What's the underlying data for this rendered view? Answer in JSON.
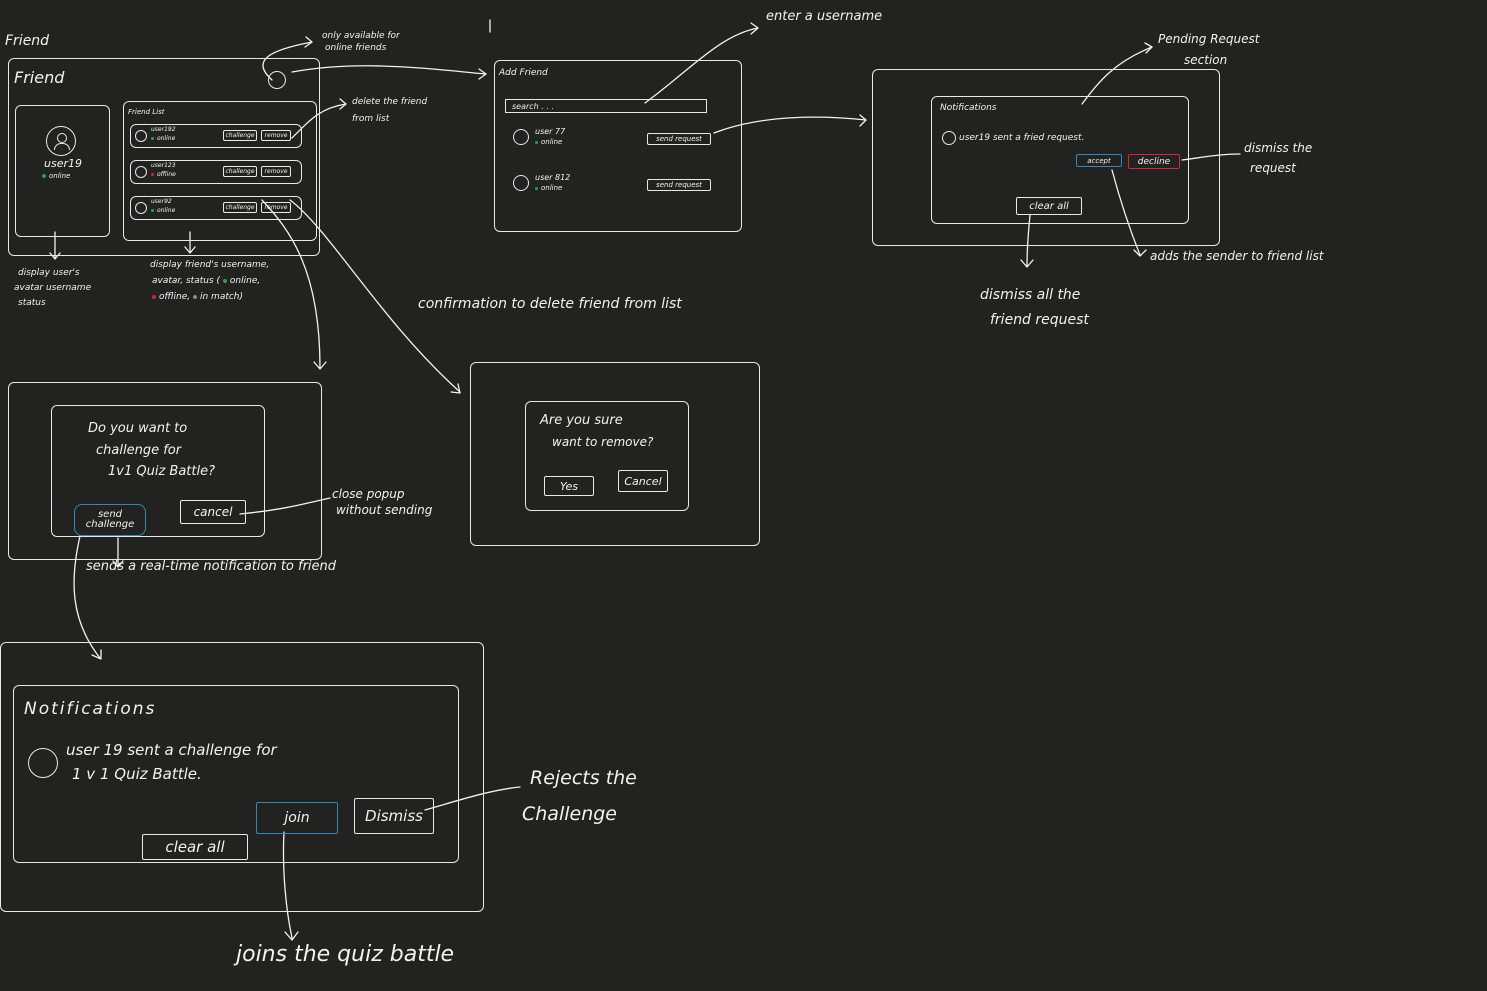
{
  "colors": {
    "background": "#222220",
    "ink": "#f2f2f2",
    "online": "#3a9a4a",
    "offline": "#d0283a",
    "in_match": "#8a8a8a",
    "accept_outline": "#2f8ab8",
    "decline_outline": "#d0283a"
  },
  "friend_screen": {
    "section_label": "Friend",
    "title": "Friend",
    "profile": {
      "avatar_icon": "user-avatar-icon",
      "username": "user19",
      "status": "online"
    },
    "online_only_icon": "challenge-user-icon",
    "friend_list": {
      "title": "Friend List",
      "rows": [
        {
          "username": "user192",
          "status": "online",
          "challenge": "challenge",
          "remove": "remove"
        },
        {
          "username": "user123",
          "status": "offline",
          "challenge": "challenge",
          "remove": "remove"
        },
        {
          "username": "user92",
          "status": "online",
          "challenge": "challenge",
          "remove": "remove"
        }
      ]
    }
  },
  "add_friend": {
    "title": "Add Friend",
    "search_placeholder": "search . . .",
    "results": [
      {
        "username": "user 77",
        "status": "online",
        "button": "send request"
      },
      {
        "username": "user 812",
        "status": "online",
        "button": "send request"
      }
    ]
  },
  "friend_notifications": {
    "title": "Notifications",
    "message": "user19 sent a fried request.",
    "accept": "accept",
    "decline": "decline",
    "clear_all": "clear all"
  },
  "challenge_popup": {
    "question_lines": [
      "Do you want to",
      "challenge for",
      "1v1 Quiz Battle?"
    ],
    "send": "send challenge",
    "cancel": "cancel"
  },
  "remove_popup": {
    "question_lines": [
      "Are you sure",
      "want to remove?"
    ],
    "yes": "Yes",
    "cancel": "Cancel"
  },
  "challenge_notifications": {
    "title": "Notifications",
    "message_lines": [
      "user 19 sent a challenge for",
      "1 v 1 Quiz Battle."
    ],
    "join": "join",
    "dismiss": "Dismiss",
    "clear_all": "clear all"
  },
  "annotations": {
    "online_only": [
      "only available for",
      "online friends"
    ],
    "delete_friend": [
      "delete the friend",
      "from list"
    ],
    "enter_username": "enter a username",
    "pending_request": [
      "Pending Request",
      "section"
    ],
    "dismiss_request": [
      "dismiss the",
      "request"
    ],
    "adds_sender": "adds the sender to friend list",
    "dismiss_all": [
      "dismiss all the",
      "friend request"
    ],
    "display_user": [
      "display user's",
      "avatar username",
      "status"
    ],
    "display_friend_lines": [
      "display friend's username,",
      "avatar, status (",
      "online,",
      "offline,",
      "in match)"
    ],
    "confirm_delete": "confirmation to delete friend from list",
    "close_popup": [
      "close popup",
      "without sending"
    ],
    "sends_notification": "sends a real-time notification to friend",
    "rejects": [
      "Rejects the",
      "Challenge"
    ],
    "joins": "joins the quiz battle"
  }
}
